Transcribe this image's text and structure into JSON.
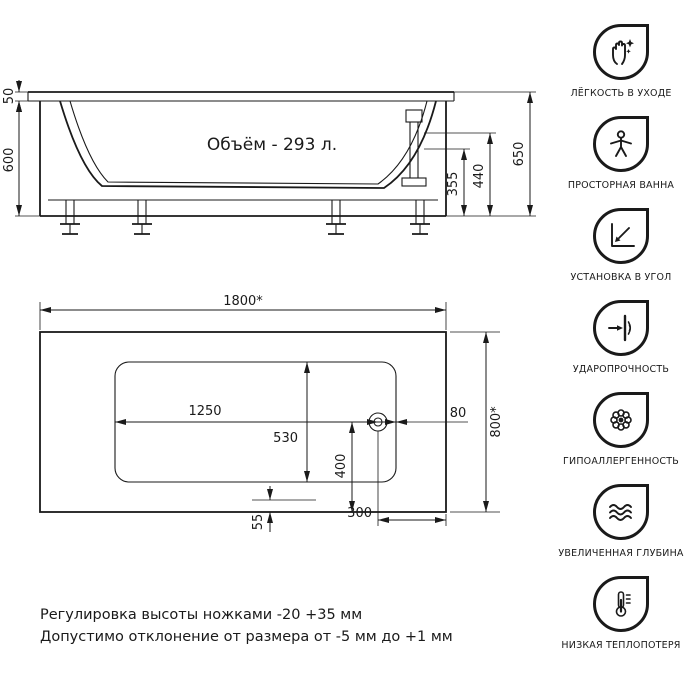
{
  "side_view": {
    "volume_label": "Объём - 293 л.",
    "dims": {
      "rim_height": "50",
      "body_height": "600",
      "total_height": "650",
      "inner_depth": "355",
      "depth_with_rim": "440"
    }
  },
  "top_view": {
    "dims": {
      "length": "1800*",
      "width": "800*",
      "basin_length": "1250",
      "basin_width": "530",
      "drain_to_edge": "80",
      "drain_from_side": "400",
      "drain_from_end": "300",
      "rim_step": "55"
    }
  },
  "notes": {
    "line1": "Регулировка высоты ножками -20 +35 мм",
    "line2": "Допустимо отклонение от размера от -5 мм до +1 мм"
  },
  "features": [
    {
      "label": "ЛЁГКОСТЬ В УХОДЕ",
      "icon": "hand-sparkle-icon"
    },
    {
      "label": "ПРОСТОРНАЯ ВАННА",
      "icon": "person-icon"
    },
    {
      "label": "УСТАНОВКА В УГОЛ",
      "icon": "corner-icon"
    },
    {
      "label": "УДАРОПРОЧНОСТЬ",
      "icon": "impact-icon"
    },
    {
      "label": "ГИПОАЛЛЕРГЕННОСТЬ",
      "icon": "flower-icon"
    },
    {
      "label": "УВЕЛИЧЕННАЯ ГЛУБИНА",
      "icon": "waves-icon"
    },
    {
      "label": "НИЗКАЯ ТЕПЛОПОТЕРЯ",
      "icon": "thermometer-icon"
    }
  ],
  "colors": {
    "ink": "#1a1a1a",
    "background": "#ffffff"
  }
}
